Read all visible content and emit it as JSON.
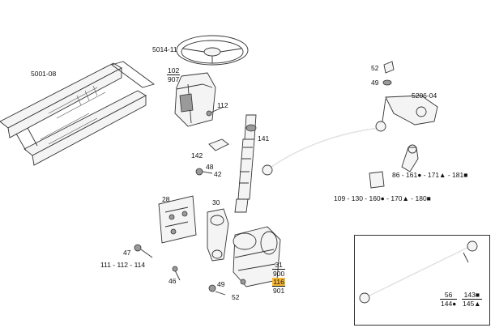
{
  "labels": {
    "l5001": "5001-08",
    "l5014": "5014-11",
    "l102": "102",
    "l907": "907",
    "l112": "112",
    "l141": "141",
    "l142": "142",
    "l48a": "48",
    "l42": "42",
    "l28": "28",
    "l30": "30",
    "l47": "47",
    "l111": "111 - 112 - 114",
    "l46": "46",
    "l49b": "49",
    "l52b": "52",
    "l31": "31",
    "l900": "900",
    "l116": "116",
    "l901": "901",
    "l52a": "52",
    "l49a": "49",
    "l5206": "5206-04",
    "l86": "86 - 161● - 171▲ - 181■",
    "l109": "109 - 130 - 160● - 170▲ - 180■",
    "l56": "56",
    "l144": "144●",
    "l143": "143■",
    "l145": "145▲"
  }
}
